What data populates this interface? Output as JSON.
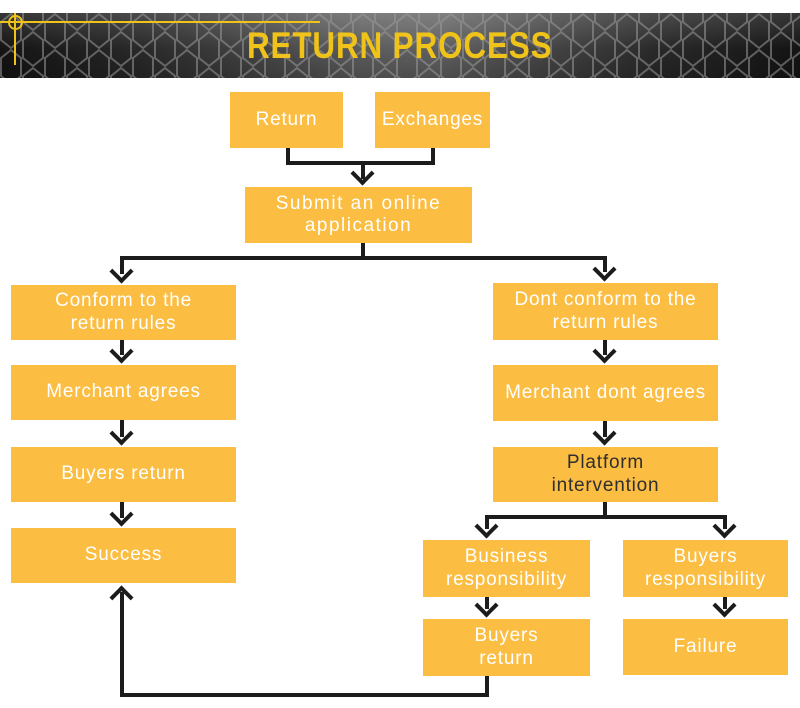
{
  "header": {
    "title": "RETURN PROCESS"
  },
  "decoration": {
    "crosshair_icon": "crosshair-registration-mark",
    "pattern": "hexagon-mesh"
  },
  "colors": {
    "box_fill": "#FBBD42",
    "connector": "#1C1C1C",
    "box_text_light": "#FFFFFF",
    "box_text_dark": "#2E2E2E",
    "title_yellow": "#EFC319",
    "band_dark": "#161616",
    "band_light": "#6B6B6B",
    "background": "#FFFFFF"
  },
  "nodes": {
    "return": {
      "lines": [
        "Return"
      ]
    },
    "exchanges": {
      "lines": [
        "Exchanges"
      ]
    },
    "submit": {
      "lines": [
        "Submit an online",
        "application"
      ]
    },
    "conform": {
      "lines": [
        "Conform to the",
        "return rules"
      ]
    },
    "merchant_agrees": {
      "lines": [
        "Merchant agrees"
      ]
    },
    "buyers_return": {
      "lines": [
        "Buyers return"
      ]
    },
    "success": {
      "lines": [
        "Success"
      ]
    },
    "dont_conform": {
      "lines": [
        "Dont conform to the",
        "return rules"
      ]
    },
    "merchant_dont_agrees": {
      "lines": [
        "Merchant dont agrees"
      ]
    },
    "platform_intervention": {
      "lines": [
        "Platform",
        "intervention"
      ]
    },
    "business_responsibility": {
      "lines": [
        "Business",
        "responsibility"
      ]
    },
    "buyers_responsibility": {
      "lines": [
        "Buyers",
        "responsibility"
      ]
    },
    "buyers_return_2": {
      "lines": [
        "Buyers",
        "return"
      ]
    },
    "failure": {
      "lines": [
        "Failure"
      ]
    }
  }
}
